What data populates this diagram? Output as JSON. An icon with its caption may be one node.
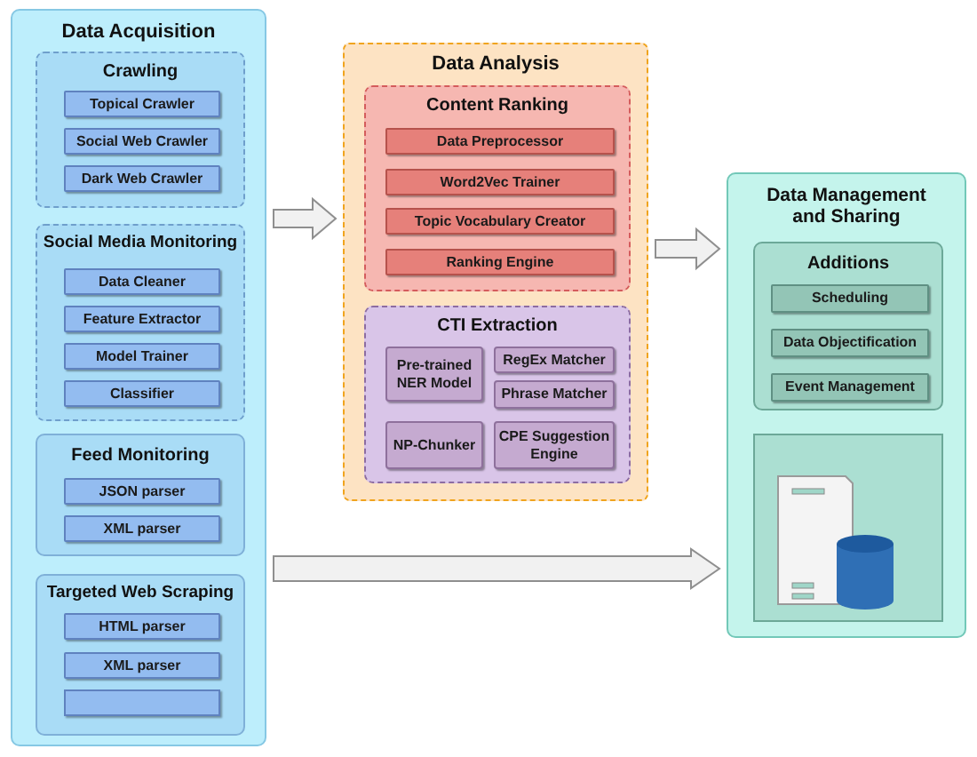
{
  "diagram": {
    "nodes": [
      {
        "text": [
          "Data Acquisition"
        ]
      },
      {
        "text": [
          "Crawling"
        ],
        "in": 0
      },
      {
        "text": [
          "Topical Crawler"
        ],
        "in": 1
      },
      {
        "text": [
          "Social Web Crawler"
        ],
        "in": 1
      },
      {
        "text": [
          "Dark Web Crawler"
        ],
        "in": 1
      },
      {
        "text": [
          "Social Media Monitoring"
        ],
        "in": 0
      },
      {
        "text": [
          "Data Cleaner"
        ],
        "in": 5
      },
      {
        "text": [
          "Feature Extractor"
        ],
        "in": 5
      },
      {
        "text": [
          "Model Trainer"
        ],
        "in": 5
      },
      {
        "text": [
          "Classifier"
        ],
        "in": 5
      },
      {
        "text": [
          "Feed Monitoring"
        ],
        "in": 0
      },
      {
        "text": [
          "JSON parser"
        ],
        "in": 10
      },
      {
        "text": [
          "XML parser"
        ],
        "in": 10
      },
      {
        "text": [
          "Targeted Web Scraping"
        ],
        "in": 0
      },
      {
        "text": [
          "HTML parser"
        ],
        "in": 13
      },
      {
        "text": [
          "XML parser"
        ],
        "in": 13
      },
      {
        "text": [],
        "shape": "box",
        "in": 13
      },
      {
        "text": [
          "Data Analysis"
        ]
      },
      {
        "text": [
          "Content Ranking"
        ],
        "in": 17
      },
      {
        "text": [
          "Data Preprocessor"
        ],
        "in": 18
      },
      {
        "text": [
          "Word2Vec Trainer"
        ],
        "in": 18
      },
      {
        "text": [
          "Topic Vocabulary Creator"
        ],
        "in": 18
      },
      {
        "text": [
          "Ranking Engine"
        ],
        "in": 18
      },
      {
        "text": [
          "CTI Extraction"
        ],
        "in": 17
      },
      {
        "text": [
          "Pre-trained NER Model"
        ],
        "in": 23
      },
      {
        "text": [
          "RegEx Matcher"
        ],
        "in": 23
      },
      {
        "text": [
          "Phrase Matcher"
        ],
        "in": 23
      },
      {
        "text": [
          "NP-Chunker"
        ],
        "in": 23
      },
      {
        "text": [
          "CPE Suggestion Engine"
        ],
        "in": 23
      },
      {
        "text": [
          "Data Management and Sharing"
        ]
      },
      {
        "text": [
          "Additions"
        ],
        "in": 29
      },
      {
        "text": [
          "Scheduling"
        ],
        "in": 30
      },
      {
        "text": [
          "Data Objectification"
        ],
        "in": 30
      },
      {
        "text": [
          "Event Management"
        ],
        "in": 30
      },
      {
        "text": [],
        "shape": "box",
        "in": 29
      }
    ],
    "edges": [
      {
        "from": 0,
        "to": 17,
        "arrow": "to"
      },
      {
        "from": 17,
        "to": 29,
        "arrow": "to"
      },
      {
        "from": 0,
        "to": 29,
        "arrow": "to"
      }
    ]
  }
}
